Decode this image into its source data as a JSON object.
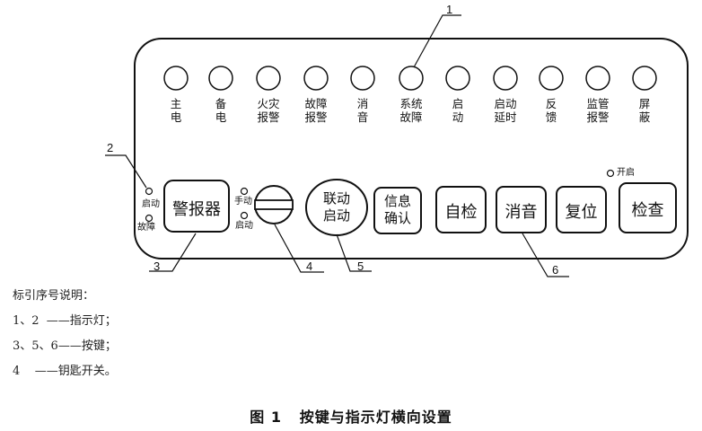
{
  "indicators": [
    {
      "line1": "主",
      "line2": "电"
    },
    {
      "line1": "备",
      "line2": "电"
    },
    {
      "line1": "火灾",
      "line2": "报警"
    },
    {
      "line1": "故障",
      "line2": "报警"
    },
    {
      "line1": "消",
      "line2": "音"
    },
    {
      "line1": "系统",
      "line2": "故障"
    },
    {
      "line1": "启",
      "line2": "动"
    },
    {
      "line1": "启动",
      "line2": "延时"
    },
    {
      "line1": "反",
      "line2": "馈"
    },
    {
      "line1": "监管",
      "line2": "报警"
    },
    {
      "line1": "屏",
      "line2": "蔽"
    }
  ],
  "alarm_indicators": {
    "start": "启动",
    "fault": "故障"
  },
  "key_switch": {
    "manual": "手动",
    "auto": "启动"
  },
  "buttons": {
    "alarm": "警报器",
    "linkage_line1": "联动",
    "linkage_line2": "启动",
    "info_line1": "信息",
    "info_line2": "确认",
    "self_test": "自检",
    "silence": "消音",
    "reset": "复位",
    "check": "检查"
  },
  "check_indicator": "开启",
  "callouts": {
    "n1": "1",
    "n2": "2",
    "n3": "3",
    "n4": "4",
    "n5": "5",
    "n6": "6"
  },
  "legend": {
    "title": "标引序号说明：",
    "line1": "1、2  ——指示灯；",
    "line2": "3、5、6——按键；",
    "line3": "4    ——钥匙开关。"
  },
  "caption": "图 1   按键与指示灯横向设置"
}
